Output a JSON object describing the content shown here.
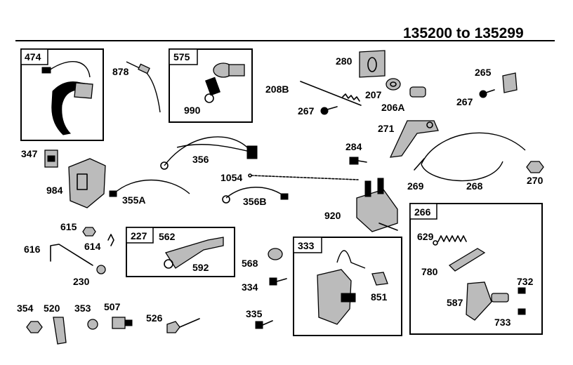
{
  "title": "135200 to 135299",
  "labels": {
    "l878": "878",
    "l990": "990",
    "l280": "280",
    "l208B": "208B",
    "l207": "207",
    "l206A": "206A",
    "l267a": "267",
    "l265": "265",
    "l267b": "267",
    "l271": "271",
    "l347": "347",
    "l984": "984",
    "l356": "356",
    "l284": "284",
    "l1054": "1054",
    "l355A": "355A",
    "l356B": "356B",
    "l269": "269",
    "l268": "268",
    "l270": "270",
    "l920": "920",
    "l615": "615",
    "l616": "616",
    "l614": "614",
    "l230": "230",
    "l562": "562",
    "l592": "592",
    "l568": "568",
    "l334": "334",
    "l851": "851",
    "l629": "629",
    "l780": "780",
    "l732": "732",
    "l587": "587",
    "l733": "733",
    "l354": "354",
    "l520": "520",
    "l353": "353",
    "l507": "507",
    "l526": "526",
    "l335": "335"
  },
  "boxes": {
    "b474": "474",
    "b575": "575",
    "b227": "227",
    "b333": "333",
    "b266": "266"
  }
}
